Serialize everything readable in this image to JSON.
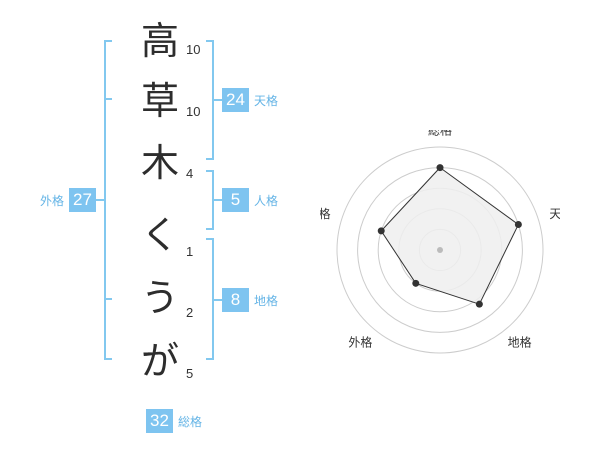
{
  "name_chars": [
    {
      "char": "高",
      "strokes": "10"
    },
    {
      "char": "草",
      "strokes": "10"
    },
    {
      "char": "木",
      "strokes": "4"
    },
    {
      "char": "く",
      "strokes": "1"
    },
    {
      "char": "う",
      "strokes": "2"
    },
    {
      "char": "が",
      "strokes": "5"
    }
  ],
  "fortunes": {
    "tenkaku": {
      "value": "24",
      "label": "天格"
    },
    "jinkaku": {
      "value": "5",
      "label": "人格"
    },
    "chikaku": {
      "value": "8",
      "label": "地格"
    },
    "gaikaku": {
      "value": "27",
      "label": "外格"
    },
    "soukaku": {
      "value": "32",
      "label": "総格"
    }
  },
  "radar": {
    "axes": [
      "総格",
      "天格",
      "地格",
      "外格",
      "人格"
    ],
    "values": [
      0.8,
      0.8,
      0.65,
      0.4,
      0.6
    ],
    "colors": {
      "fill": "#eeeeee",
      "stroke": "#333333",
      "grid": "#cccccc",
      "point": "#333333",
      "center": "#bbbbbb"
    }
  }
}
